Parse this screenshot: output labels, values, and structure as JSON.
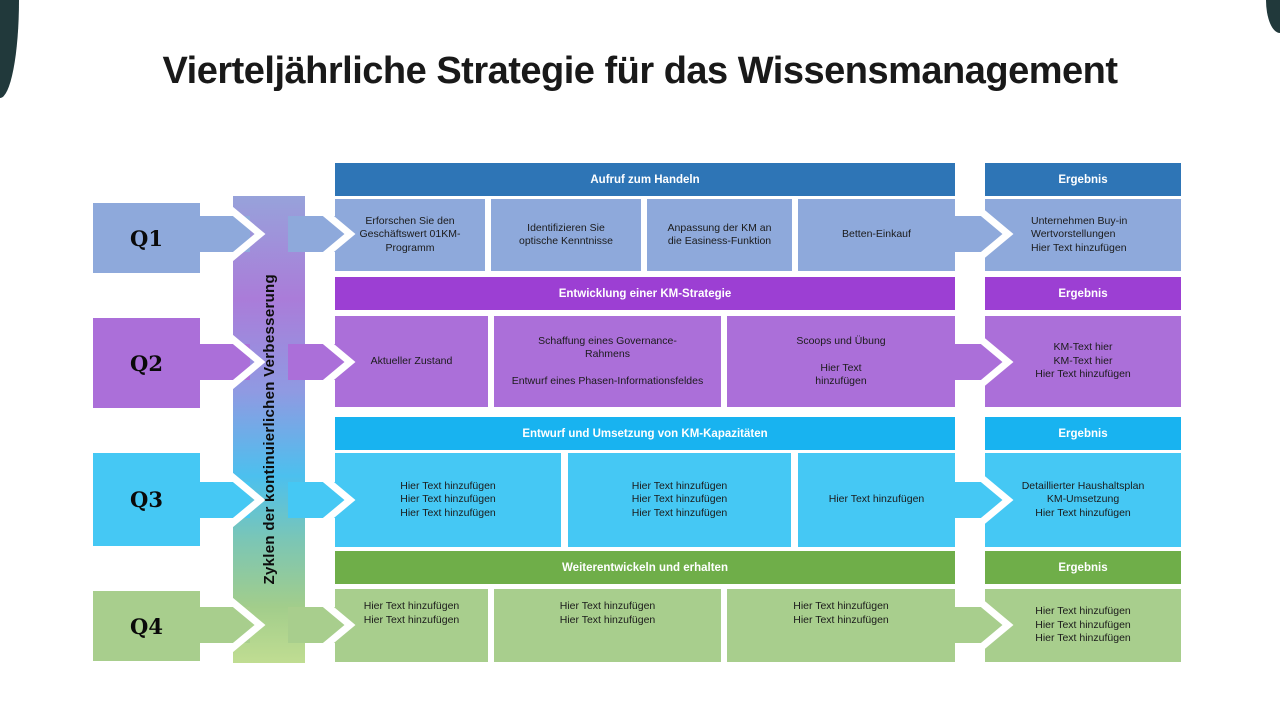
{
  "title": "Vierteljährliche Strategie für das Wissensmanagement",
  "cycle_label": "Zyklen der kontinuierlichen Verbesserung",
  "colors": {
    "row1_header": "#2E75B6",
    "row1_box": "#8EA9DB",
    "row2_header": "#9C3FD3",
    "row2_box": "#AB6FD9",
    "row3_header": "#18B3F0",
    "row3_box": "#45C8F4",
    "row4_header": "#6FAE49",
    "row4_box": "#A8CE8D",
    "corner": "#21393B"
  },
  "quarters": [
    {
      "label": "Q1"
    },
    {
      "label": "Q2"
    },
    {
      "label": "Q3"
    },
    {
      "label": "Q4"
    }
  ],
  "rows": [
    {
      "header": "Aufruf zum Handeln",
      "result_header": "Ergebnis",
      "boxes": [
        "Erforschen Sie den\nGeschäftswert 01KM-\nProgramm",
        "Identifizieren Sie\noptische Kenntnisse",
        "Anpassung der KM an\ndie Easiness-Funktion",
        "Betten-Einkauf"
      ],
      "result": "Unternehmen Buy-in\nWertvorstellungen\nHier Text hinzufügen"
    },
    {
      "header": "Entwicklung einer KM-Strategie",
      "result_header": "Ergebnis",
      "boxes": [
        "Aktueller Zustand",
        "Schaffung eines Governance-\nRahmens\n\nEntwurf eines Phasen-Informationsfeldes",
        "Scoops und Übung\n\nHier Text\nhinzufügen"
      ],
      "result": "KM-Text hier\nKM-Text hier\nHier Text hinzufügen"
    },
    {
      "header": "Entwurf und Umsetzung von KM-Kapazitäten",
      "result_header": "Ergebnis",
      "boxes": [
        "Hier Text hinzufügen\nHier Text hinzufügen\nHier Text hinzufügen",
        "Hier Text hinzufügen\nHier Text hinzufügen\nHier Text hinzufügen",
        "Hier Text hinzufügen"
      ],
      "result": "Detaillierter Haushaltsplan\nKM-Umsetzung\nHier Text hinzufügen"
    },
    {
      "header": "Weiterentwickeln und erhalten",
      "result_header": "Ergebnis",
      "boxes": [
        "Hier Text hinzufügen\nHier Text hinzufügen",
        "Hier Text hinzufügen\nHier Text hinzufügen",
        "Hier Text hinzufügen\nHier Text hinzufügen"
      ],
      "result": "Hier Text hinzufügen\nHier Text hinzufügen\nHier Text hinzufügen"
    }
  ]
}
